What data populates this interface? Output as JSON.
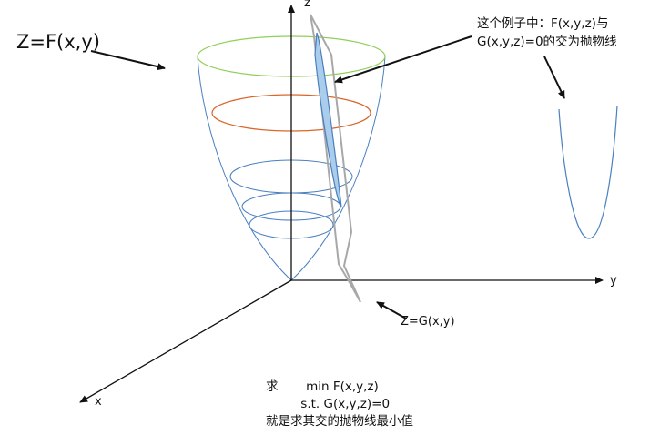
{
  "labels": {
    "surface_f": "Z=F(x,y)",
    "axis_z": "z",
    "axis_y": "y",
    "axis_x": "x",
    "surface_g": "Z=G(x,y)"
  },
  "note": {
    "line1": "这个例子中：F(x,y,z)与",
    "line2": "G(x,y,z)=0的交为抛物线"
  },
  "problem": {
    "line1_prefix": "求",
    "line1_expr": "min F(x,y,z)",
    "line2": "s.t.  G(x,y,z)=0",
    "line3": "就是求其交的抛物线最小值"
  },
  "colors": {
    "paraboloid": "#4a7fc0",
    "ring_top": "#8fcf5a",
    "ring_mid": "#d9662b",
    "plane": "#a8a8a8",
    "intersection_fill": "#a9cdeb",
    "axes": "#111111"
  }
}
